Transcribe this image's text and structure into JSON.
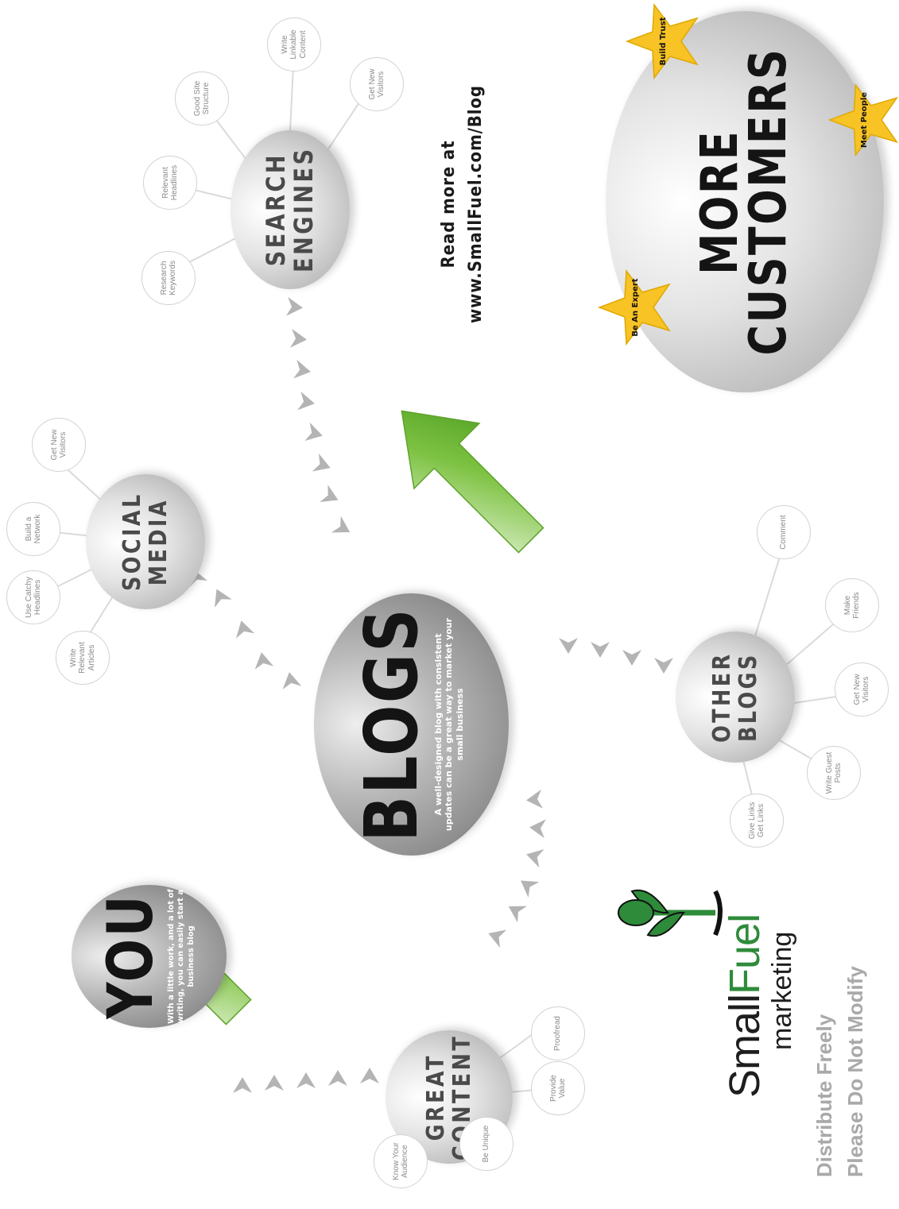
{
  "you": {
    "title": "YOU",
    "subtitle": "With a little work, and a lot of writing, you can easily start a business blog"
  },
  "great_content": {
    "title_line1": "GREAT",
    "title_line2": "CONTENT",
    "leaves": [
      "Know Your Audience",
      "Be Unique",
      "Provide Value",
      "Proofread"
    ]
  },
  "blogs": {
    "title": "BLOGS",
    "subtitle": "A well-designed blog with consistent updates can be a great way to market your small business"
  },
  "social_media": {
    "title_line1": "SOCIAL",
    "title_line2": "MEDIA",
    "leaves": [
      "Write Relevant Articles",
      "Use Catchy Headlines",
      "Build a Network",
      "Get New Visitors"
    ]
  },
  "search_engines": {
    "title_line1": "SEARCH",
    "title_line2": "ENGINES",
    "leaves": [
      "Research Keywords",
      "Relevant Headlines",
      "Good Site Structure",
      "Write Linkable Content",
      "Get New Visitors"
    ]
  },
  "other_blogs": {
    "title_line1": "OTHER",
    "title_line2": "BLOGS",
    "leaves": [
      "Give Links Get Links",
      "Write Guest Posts",
      "Get New Visitors",
      "Make Friends",
      "Comment"
    ]
  },
  "more_customers": {
    "title_line1": "MORE",
    "title_line2": "CUSTOMERS",
    "stars": [
      "Be An Expert",
      "Build Trust",
      "Meet People"
    ]
  },
  "read_more": {
    "line1": "Read more at",
    "line2": "www.SmallFuel.com/Blog"
  },
  "brand": {
    "small": "Small",
    "fuel": "Fuel",
    "marketing": "marketing",
    "logo_icon": "sprout-logo-icon"
  },
  "footer": {
    "line1": "Distribute Freely",
    "line2": "Please Do Not Modify"
  },
  "colors": {
    "arrow_green": "#7dc242",
    "chevron_gray": "#b4b4b4",
    "brand_green": "#2e8b3a",
    "star_yellow": "#f7c325",
    "footer_gray": "#a9a9a9"
  }
}
